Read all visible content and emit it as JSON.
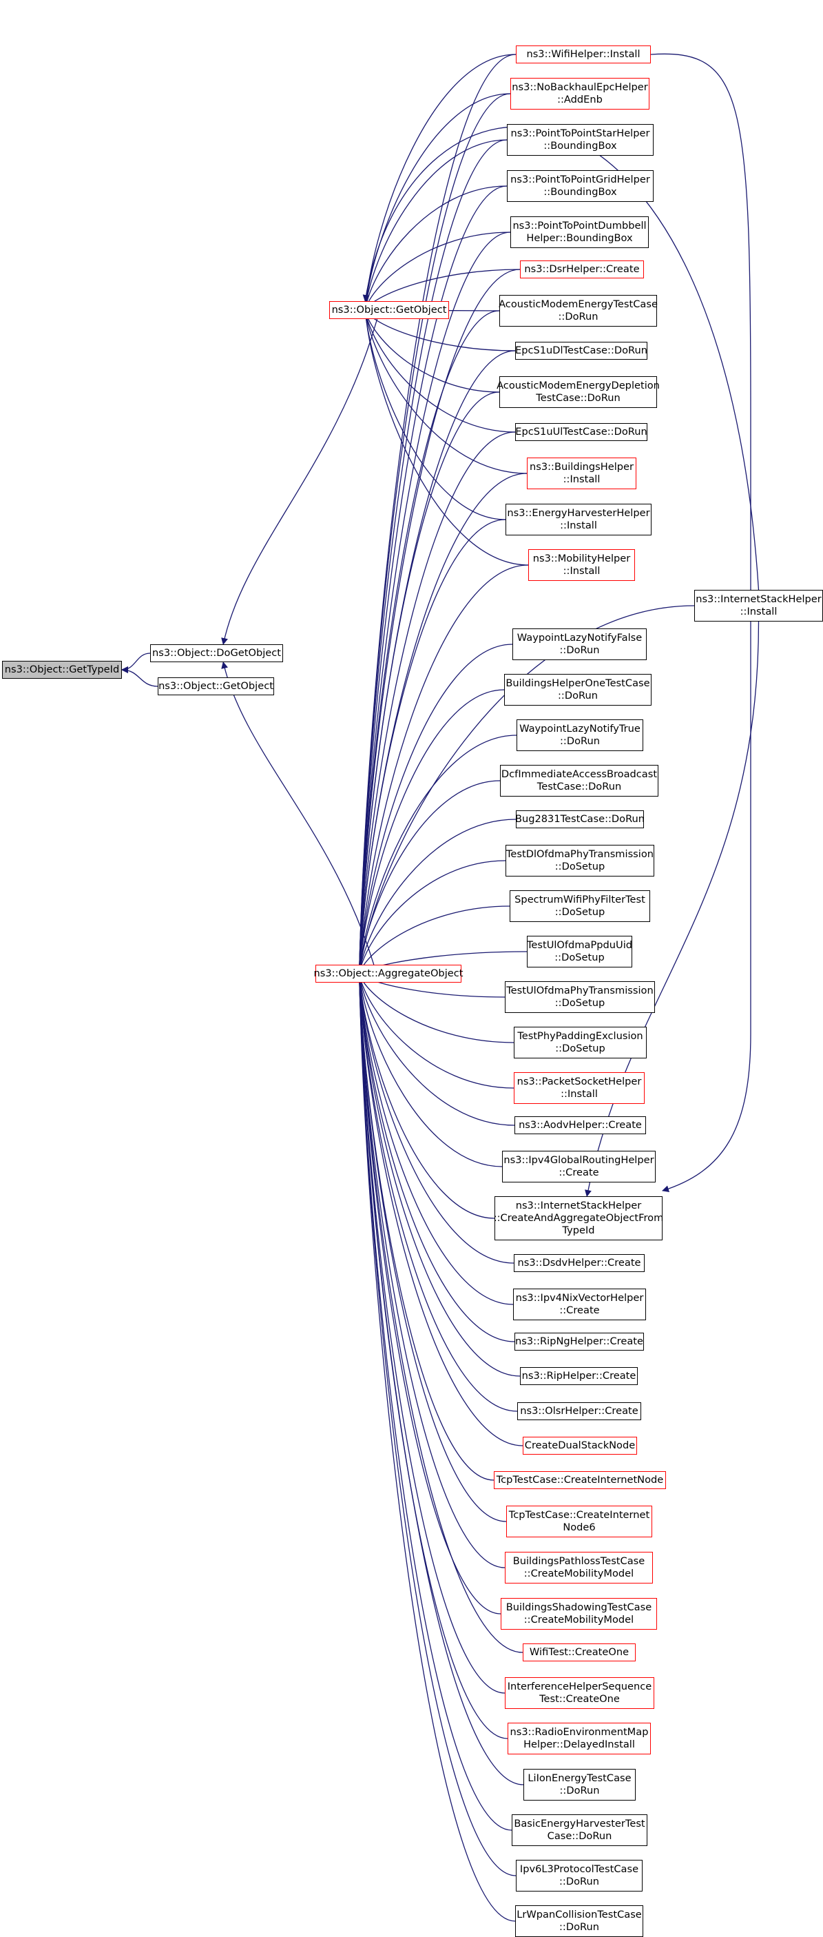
{
  "colors": {
    "edge": "#191970",
    "border": "#000000",
    "truncated_border": "#ff0000",
    "root_fill": "#bfbfbf"
  },
  "nodes": [
    {
      "id": "gettypeid",
      "lines": [
        "ns3::Object::GetTypeId"
      ],
      "kind": "root"
    },
    {
      "id": "dogetobject",
      "lines": [
        "ns3::Object::DoGetObject"
      ],
      "kind": "normal"
    },
    {
      "id": "getobject_b",
      "lines": [
        "ns3::Object::GetObject"
      ],
      "kind": "normal"
    },
    {
      "id": "getobject",
      "lines": [
        "ns3::Object::GetObject"
      ],
      "kind": "truncated"
    },
    {
      "id": "aggregate",
      "lines": [
        "ns3::Object::AggregateObject"
      ],
      "kind": "truncated"
    },
    {
      "id": "wifi_install",
      "lines": [
        "ns3::WifiHelper::Install"
      ],
      "kind": "truncated"
    },
    {
      "id": "nobackhaul",
      "lines": [
        "ns3::NoBackhaulEpcHelper",
        "::AddEnb"
      ],
      "kind": "truncated"
    },
    {
      "id": "p2p_star",
      "lines": [
        "ns3::PointToPointStarHelper",
        "::BoundingBox"
      ],
      "kind": "normal"
    },
    {
      "id": "p2p_grid",
      "lines": [
        "ns3::PointToPointGridHelper",
        "::BoundingBox"
      ],
      "kind": "normal"
    },
    {
      "id": "p2p_dumbbell",
      "lines": [
        "ns3::PointToPointDumbbell",
        "Helper::BoundingBox"
      ],
      "kind": "normal"
    },
    {
      "id": "dsr_create",
      "lines": [
        "ns3::DsrHelper::Create"
      ],
      "kind": "truncated"
    },
    {
      "id": "acoustic_energy",
      "lines": [
        "AcousticModemEnergyTestCase",
        "::DoRun"
      ],
      "kind": "normal"
    },
    {
      "id": "epcs1u_dl",
      "lines": [
        "EpcS1uDlTestCase::DoRun"
      ],
      "kind": "normal"
    },
    {
      "id": "acoustic_depletion",
      "lines": [
        "AcousticModemEnergyDepletion",
        "TestCase::DoRun"
      ],
      "kind": "normal"
    },
    {
      "id": "epcs1u_ul",
      "lines": [
        "EpcS1uUlTestCase::DoRun"
      ],
      "kind": "normal"
    },
    {
      "id": "buildings_install",
      "lines": [
        "ns3::BuildingsHelper",
        "::Install"
      ],
      "kind": "truncated"
    },
    {
      "id": "energyharvester_install",
      "lines": [
        "ns3::EnergyHarvesterHelper",
        "::Install"
      ],
      "kind": "normal"
    },
    {
      "id": "mobility_install",
      "lines": [
        "ns3::MobilityHelper",
        "::Install"
      ],
      "kind": "truncated"
    },
    {
      "id": "internetstack_install",
      "lines": [
        "ns3::InternetStackHelper",
        "::Install"
      ],
      "kind": "normal"
    },
    {
      "id": "wp_lazy_false",
      "lines": [
        "WaypointLazyNotifyFalse",
        "::DoRun"
      ],
      "kind": "normal"
    },
    {
      "id": "buildings_onetest",
      "lines": [
        "BuildingsHelperOneTestCase",
        "::DoRun"
      ],
      "kind": "normal"
    },
    {
      "id": "wp_lazy_true",
      "lines": [
        "WaypointLazyNotifyTrue",
        "::DoRun"
      ],
      "kind": "normal"
    },
    {
      "id": "dcf_immediate",
      "lines": [
        "DcfImmediateAccessBroadcast",
        "TestCase::DoRun"
      ],
      "kind": "normal"
    },
    {
      "id": "bug2831",
      "lines": [
        "Bug2831TestCase::DoRun"
      ],
      "kind": "normal"
    },
    {
      "id": "test_dl_ofdma_phy",
      "lines": [
        "TestDlOfdmaPhyTransmission",
        "::DoSetup"
      ],
      "kind": "normal"
    },
    {
      "id": "spectrum_wifi_filter",
      "lines": [
        "SpectrumWifiPhyFilterTest",
        "::DoSetup"
      ],
      "kind": "normal"
    },
    {
      "id": "test_ul_ofdma_ppdu",
      "lines": [
        "TestUlOfdmaPpduUid",
        "::DoSetup"
      ],
      "kind": "normal"
    },
    {
      "id": "test_ul_ofdma_phy",
      "lines": [
        "TestUlOfdmaPhyTransmission",
        "::DoSetup"
      ],
      "kind": "normal"
    },
    {
      "id": "test_phy_padding",
      "lines": [
        "TestPhyPaddingExclusion",
        "::DoSetup"
      ],
      "kind": "normal"
    },
    {
      "id": "packetsocket_install",
      "lines": [
        "ns3::PacketSocketHelper",
        "::Install"
      ],
      "kind": "truncated"
    },
    {
      "id": "aodv_create",
      "lines": [
        "ns3::AodvHelper::Create"
      ],
      "kind": "normal"
    },
    {
      "id": "ipv4global_create",
      "lines": [
        "ns3::Ipv4GlobalRoutingHelper",
        "::Create"
      ],
      "kind": "normal"
    },
    {
      "id": "internetstack_createagg",
      "lines": [
        "ns3::InternetStackHelper",
        "::CreateAndAggregateObjectFrom",
        "TypeId"
      ],
      "kind": "normal"
    },
    {
      "id": "dsdv_create",
      "lines": [
        "ns3::DsdvHelper::Create"
      ],
      "kind": "normal"
    },
    {
      "id": "ipv4nix_create",
      "lines": [
        "ns3::Ipv4NixVectorHelper",
        "::Create"
      ],
      "kind": "normal"
    },
    {
      "id": "ripng_create",
      "lines": [
        "ns3::RipNgHelper::Create"
      ],
      "kind": "normal"
    },
    {
      "id": "rip_create",
      "lines": [
        "ns3::RipHelper::Create"
      ],
      "kind": "normal"
    },
    {
      "id": "olsr_create",
      "lines": [
        "ns3::OlsrHelper::Create"
      ],
      "kind": "normal"
    },
    {
      "id": "create_dualstack",
      "lines": [
        "CreateDualStackNode"
      ],
      "kind": "truncated"
    },
    {
      "id": "tcp_createinternet",
      "lines": [
        "TcpTestCase::CreateInternetNode"
      ],
      "kind": "truncated"
    },
    {
      "id": "tcp_createinternet6",
      "lines": [
        "TcpTestCase::CreateInternet",
        "Node6"
      ],
      "kind": "truncated"
    },
    {
      "id": "buildings_pathloss",
      "lines": [
        "BuildingsPathlossTestCase",
        "::CreateMobilityModel"
      ],
      "kind": "truncated"
    },
    {
      "id": "buildings_shadowing",
      "lines": [
        "BuildingsShadowingTestCase",
        "::CreateMobilityModel"
      ],
      "kind": "truncated"
    },
    {
      "id": "wifitest_createone",
      "lines": [
        "WifiTest::CreateOne"
      ],
      "kind": "truncated"
    },
    {
      "id": "interference_seq",
      "lines": [
        "InterferenceHelperSequence",
        "Test::CreateOne"
      ],
      "kind": "truncated"
    },
    {
      "id": "radio_env_map",
      "lines": [
        "ns3::RadioEnvironmentMap",
        "Helper::DelayedInstall"
      ],
      "kind": "truncated"
    },
    {
      "id": "liion_energy",
      "lines": [
        "LiIonEnergyTestCase",
        "::DoRun"
      ],
      "kind": "normal"
    },
    {
      "id": "basic_energy_harvester",
      "lines": [
        "BasicEnergyHarvesterTest",
        "Case::DoRun"
      ],
      "kind": "normal"
    },
    {
      "id": "ipv6l3protocol",
      "lines": [
        "Ipv6L3ProtocolTestCase",
        "::DoRun"
      ],
      "kind": "normal"
    },
    {
      "id": "lrwpan_collision",
      "lines": [
        "LrWpanCollisionTestCase",
        "::DoRun"
      ],
      "kind": "normal"
    }
  ],
  "edges": [
    [
      "dogetobject",
      "gettypeid"
    ],
    [
      "getobject_b",
      "gettypeid"
    ],
    [
      "getobject",
      "dogetobject"
    ],
    [
      "aggregate",
      "dogetobject"
    ],
    [
      "wifi_install",
      "getobject"
    ],
    [
      "nobackhaul",
      "getobject"
    ],
    [
      "p2p_star",
      "getobject"
    ],
    [
      "p2p_grid",
      "getobject"
    ],
    [
      "p2p_dumbbell",
      "getobject"
    ],
    [
      "dsr_create",
      "getobject"
    ],
    [
      "acoustic_energy",
      "getobject"
    ],
    [
      "epcs1u_dl",
      "getobject"
    ],
    [
      "acoustic_depletion",
      "getobject"
    ],
    [
      "epcs1u_ul",
      "getobject"
    ],
    [
      "buildings_install",
      "getobject"
    ],
    [
      "energyharvester_install",
      "getobject"
    ],
    [
      "mobility_install",
      "getobject"
    ],
    [
      "internetstack_install",
      "getobject"
    ],
    [
      "wifi_install",
      "aggregate"
    ],
    [
      "nobackhaul",
      "aggregate"
    ],
    [
      "p2p_star",
      "aggregate"
    ],
    [
      "p2p_grid",
      "aggregate"
    ],
    [
      "p2p_dumbbell",
      "aggregate"
    ],
    [
      "dsr_create",
      "aggregate"
    ],
    [
      "acoustic_energy",
      "aggregate"
    ],
    [
      "epcs1u_dl",
      "aggregate"
    ],
    [
      "acoustic_depletion",
      "aggregate"
    ],
    [
      "epcs1u_ul",
      "aggregate"
    ],
    [
      "buildings_install",
      "aggregate"
    ],
    [
      "energyharvester_install",
      "aggregate"
    ],
    [
      "mobility_install",
      "aggregate"
    ],
    [
      "internetstack_install",
      "aggregate"
    ],
    [
      "wp_lazy_false",
      "aggregate"
    ],
    [
      "buildings_onetest",
      "aggregate"
    ],
    [
      "wp_lazy_true",
      "aggregate"
    ],
    [
      "dcf_immediate",
      "aggregate"
    ],
    [
      "bug2831",
      "aggregate"
    ],
    [
      "test_dl_ofdma_phy",
      "aggregate"
    ],
    [
      "spectrum_wifi_filter",
      "aggregate"
    ],
    [
      "test_ul_ofdma_ppdu",
      "aggregate"
    ],
    [
      "test_ul_ofdma_phy",
      "aggregate"
    ],
    [
      "test_phy_padding",
      "aggregate"
    ],
    [
      "packetsocket_install",
      "aggregate"
    ],
    [
      "aodv_create",
      "aggregate"
    ],
    [
      "ipv4global_create",
      "aggregate"
    ],
    [
      "internetstack_createagg",
      "aggregate"
    ],
    [
      "dsdv_create",
      "aggregate"
    ],
    [
      "ipv4nix_create",
      "aggregate"
    ],
    [
      "ripng_create",
      "aggregate"
    ],
    [
      "rip_create",
      "aggregate"
    ],
    [
      "olsr_create",
      "aggregate"
    ],
    [
      "create_dualstack",
      "aggregate"
    ],
    [
      "tcp_createinternet",
      "aggregate"
    ],
    [
      "tcp_createinternet6",
      "aggregate"
    ],
    [
      "buildings_pathloss",
      "aggregate"
    ],
    [
      "buildings_shadowing",
      "aggregate"
    ],
    [
      "wifitest_createone",
      "aggregate"
    ],
    [
      "interference_seq",
      "aggregate"
    ],
    [
      "radio_env_map",
      "aggregate"
    ],
    [
      "liion_energy",
      "aggregate"
    ],
    [
      "basic_energy_harvester",
      "aggregate"
    ],
    [
      "ipv6l3protocol",
      "aggregate"
    ],
    [
      "lrwpan_collision",
      "aggregate"
    ],
    [
      "wifi_install",
      "internetstack_createagg"
    ],
    [
      "internetstack_install",
      "internetstack_createagg"
    ]
  ]
}
